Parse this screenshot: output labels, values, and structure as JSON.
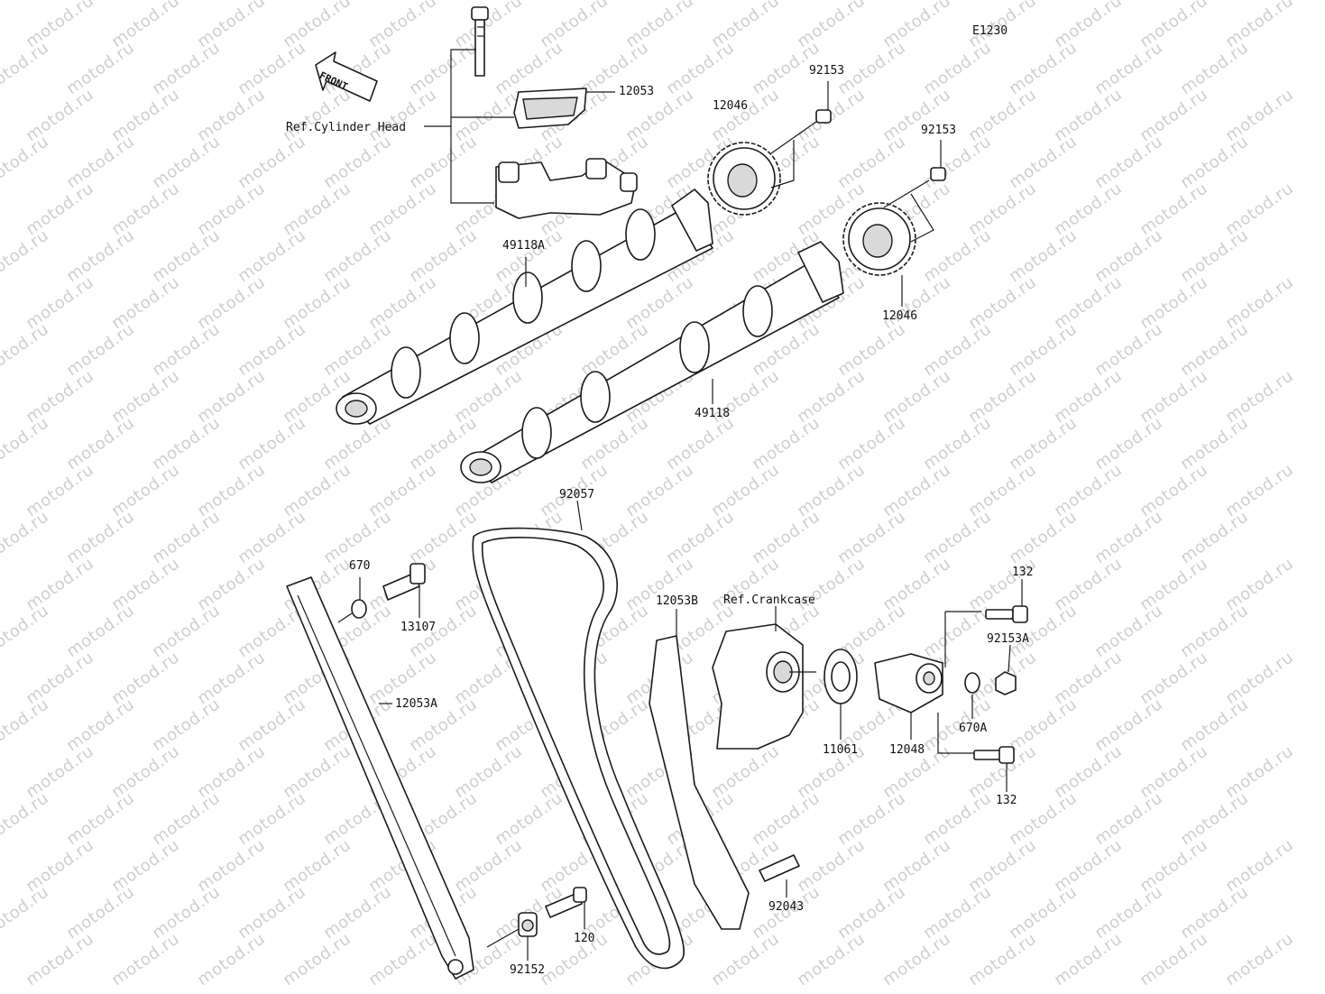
{
  "diagram": {
    "code": "E1230",
    "watermark_text": "motod.ru",
    "front_arrow_text": "FRONT",
    "ref_labels": {
      "cylinder_head": "Ref.Cylinder Head",
      "crankcase": "Ref.Crankcase"
    },
    "parts": {
      "p12053": "12053",
      "p12046_top": "12046",
      "p92153_a": "92153",
      "p92153_b": "92153",
      "p49118A": "49118A",
      "p12046_right": "12046",
      "p49118": "49118",
      "p92057": "92057",
      "p670": "670",
      "p13107": "13107",
      "p12053A": "12053A",
      "p12053B": "12053B",
      "p132_top": "132",
      "p92153A": "92153A",
      "p11061": "11061",
      "p12048": "12048",
      "p670A": "670A",
      "p132_bottom": "132",
      "p92043": "92043",
      "p120": "120",
      "p92152": "92152"
    }
  }
}
